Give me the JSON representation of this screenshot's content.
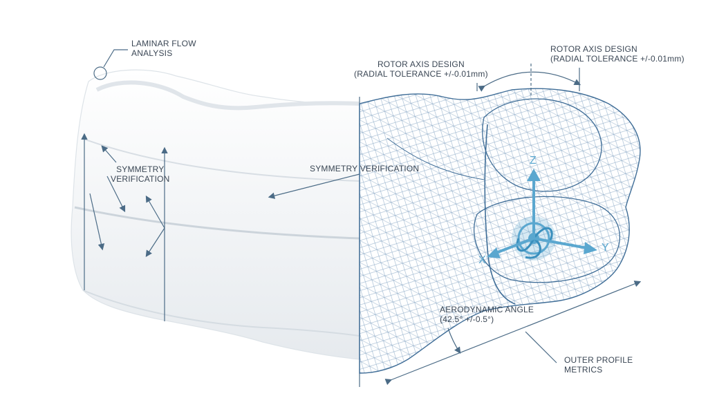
{
  "labels": {
    "laminar": {
      "line1": "LAMINAR FLOW",
      "line2": "ANALYSIS"
    },
    "symmetry_left": {
      "line1": "SYMMETRY",
      "line2": "VERIFICATION"
    },
    "symmetry_center": "SYMMETRY VERIFICATION",
    "rotor_left": {
      "line1": "ROTOR AXIS DESIGN",
      "line2": "(RADIAL TOLERANCE +/-0.01mm)"
    },
    "rotor_right": {
      "line1": "ROTOR AXIS DESIGN",
      "line2": "(RADIAL TOLERANCE +/-0.01mm)"
    },
    "aero": {
      "line1": "AERODYNAMIC ANGLE",
      "line2": "(42.5° +/-0.5°)"
    },
    "outer": {
      "line1": "OUTER PROFILE",
      "line2": "METRICS"
    }
  },
  "axes": {
    "z": "Z",
    "x": "X",
    "y": "Y"
  },
  "colors": {
    "line": "#4b6b86",
    "wire": "#3f6d97",
    "accent": "#5aa7cf",
    "solid": "#f3f5f7",
    "shadow": "#d7dde3"
  }
}
